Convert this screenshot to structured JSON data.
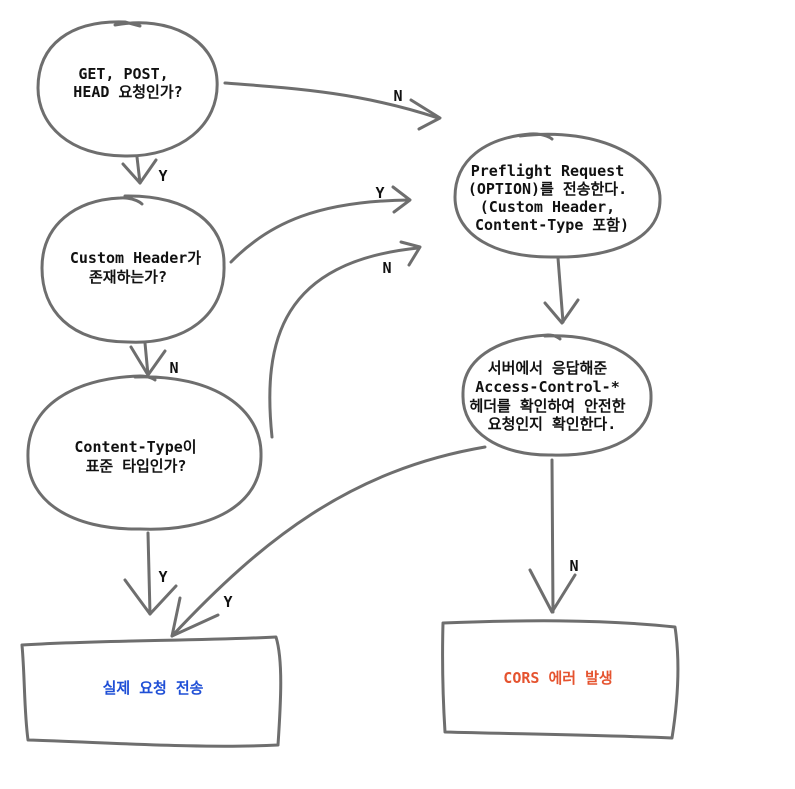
{
  "colors": {
    "stroke": "#6e6e6e",
    "text": "#111111",
    "send_request_text": "#1f4fd6",
    "cors_error_text": "#e5532f"
  },
  "nodes": {
    "q_method": {
      "lines": [
        "GET, POST,",
        "HEAD 요청인가?"
      ]
    },
    "q_custom_header": {
      "lines": [
        "Custom Header가",
        "존재하는가?"
      ]
    },
    "q_content_type": {
      "lines": [
        "Content-Type이",
        "표준 타입인가?"
      ]
    },
    "preflight": {
      "lines": [
        "Preflight Request",
        "(OPTION)를 전송한다.",
        "(Custom Header,",
        "Content-Type 포함)"
      ]
    },
    "server_check": {
      "lines": [
        "서버에서 응답해준",
        "Access-Control-*",
        "헤더를 확인하여 안전한",
        "요청인지 확인한다."
      ]
    },
    "send_request": {
      "text": "실제 요청 전송"
    },
    "cors_error": {
      "text": "CORS 에러 발생"
    }
  },
  "edges": {
    "method_to_preflight": {
      "label": "N"
    },
    "method_to_custom_header": {
      "label": "Y"
    },
    "custom_header_to_preflight": {
      "label": "Y"
    },
    "content_type_to_preflight": {
      "label": "N"
    },
    "custom_header_to_content_type": {
      "label": "N"
    },
    "content_type_to_send": {
      "label": "Y"
    },
    "server_to_send": {
      "label": "Y"
    },
    "server_to_cors_error": {
      "label": "N"
    }
  }
}
